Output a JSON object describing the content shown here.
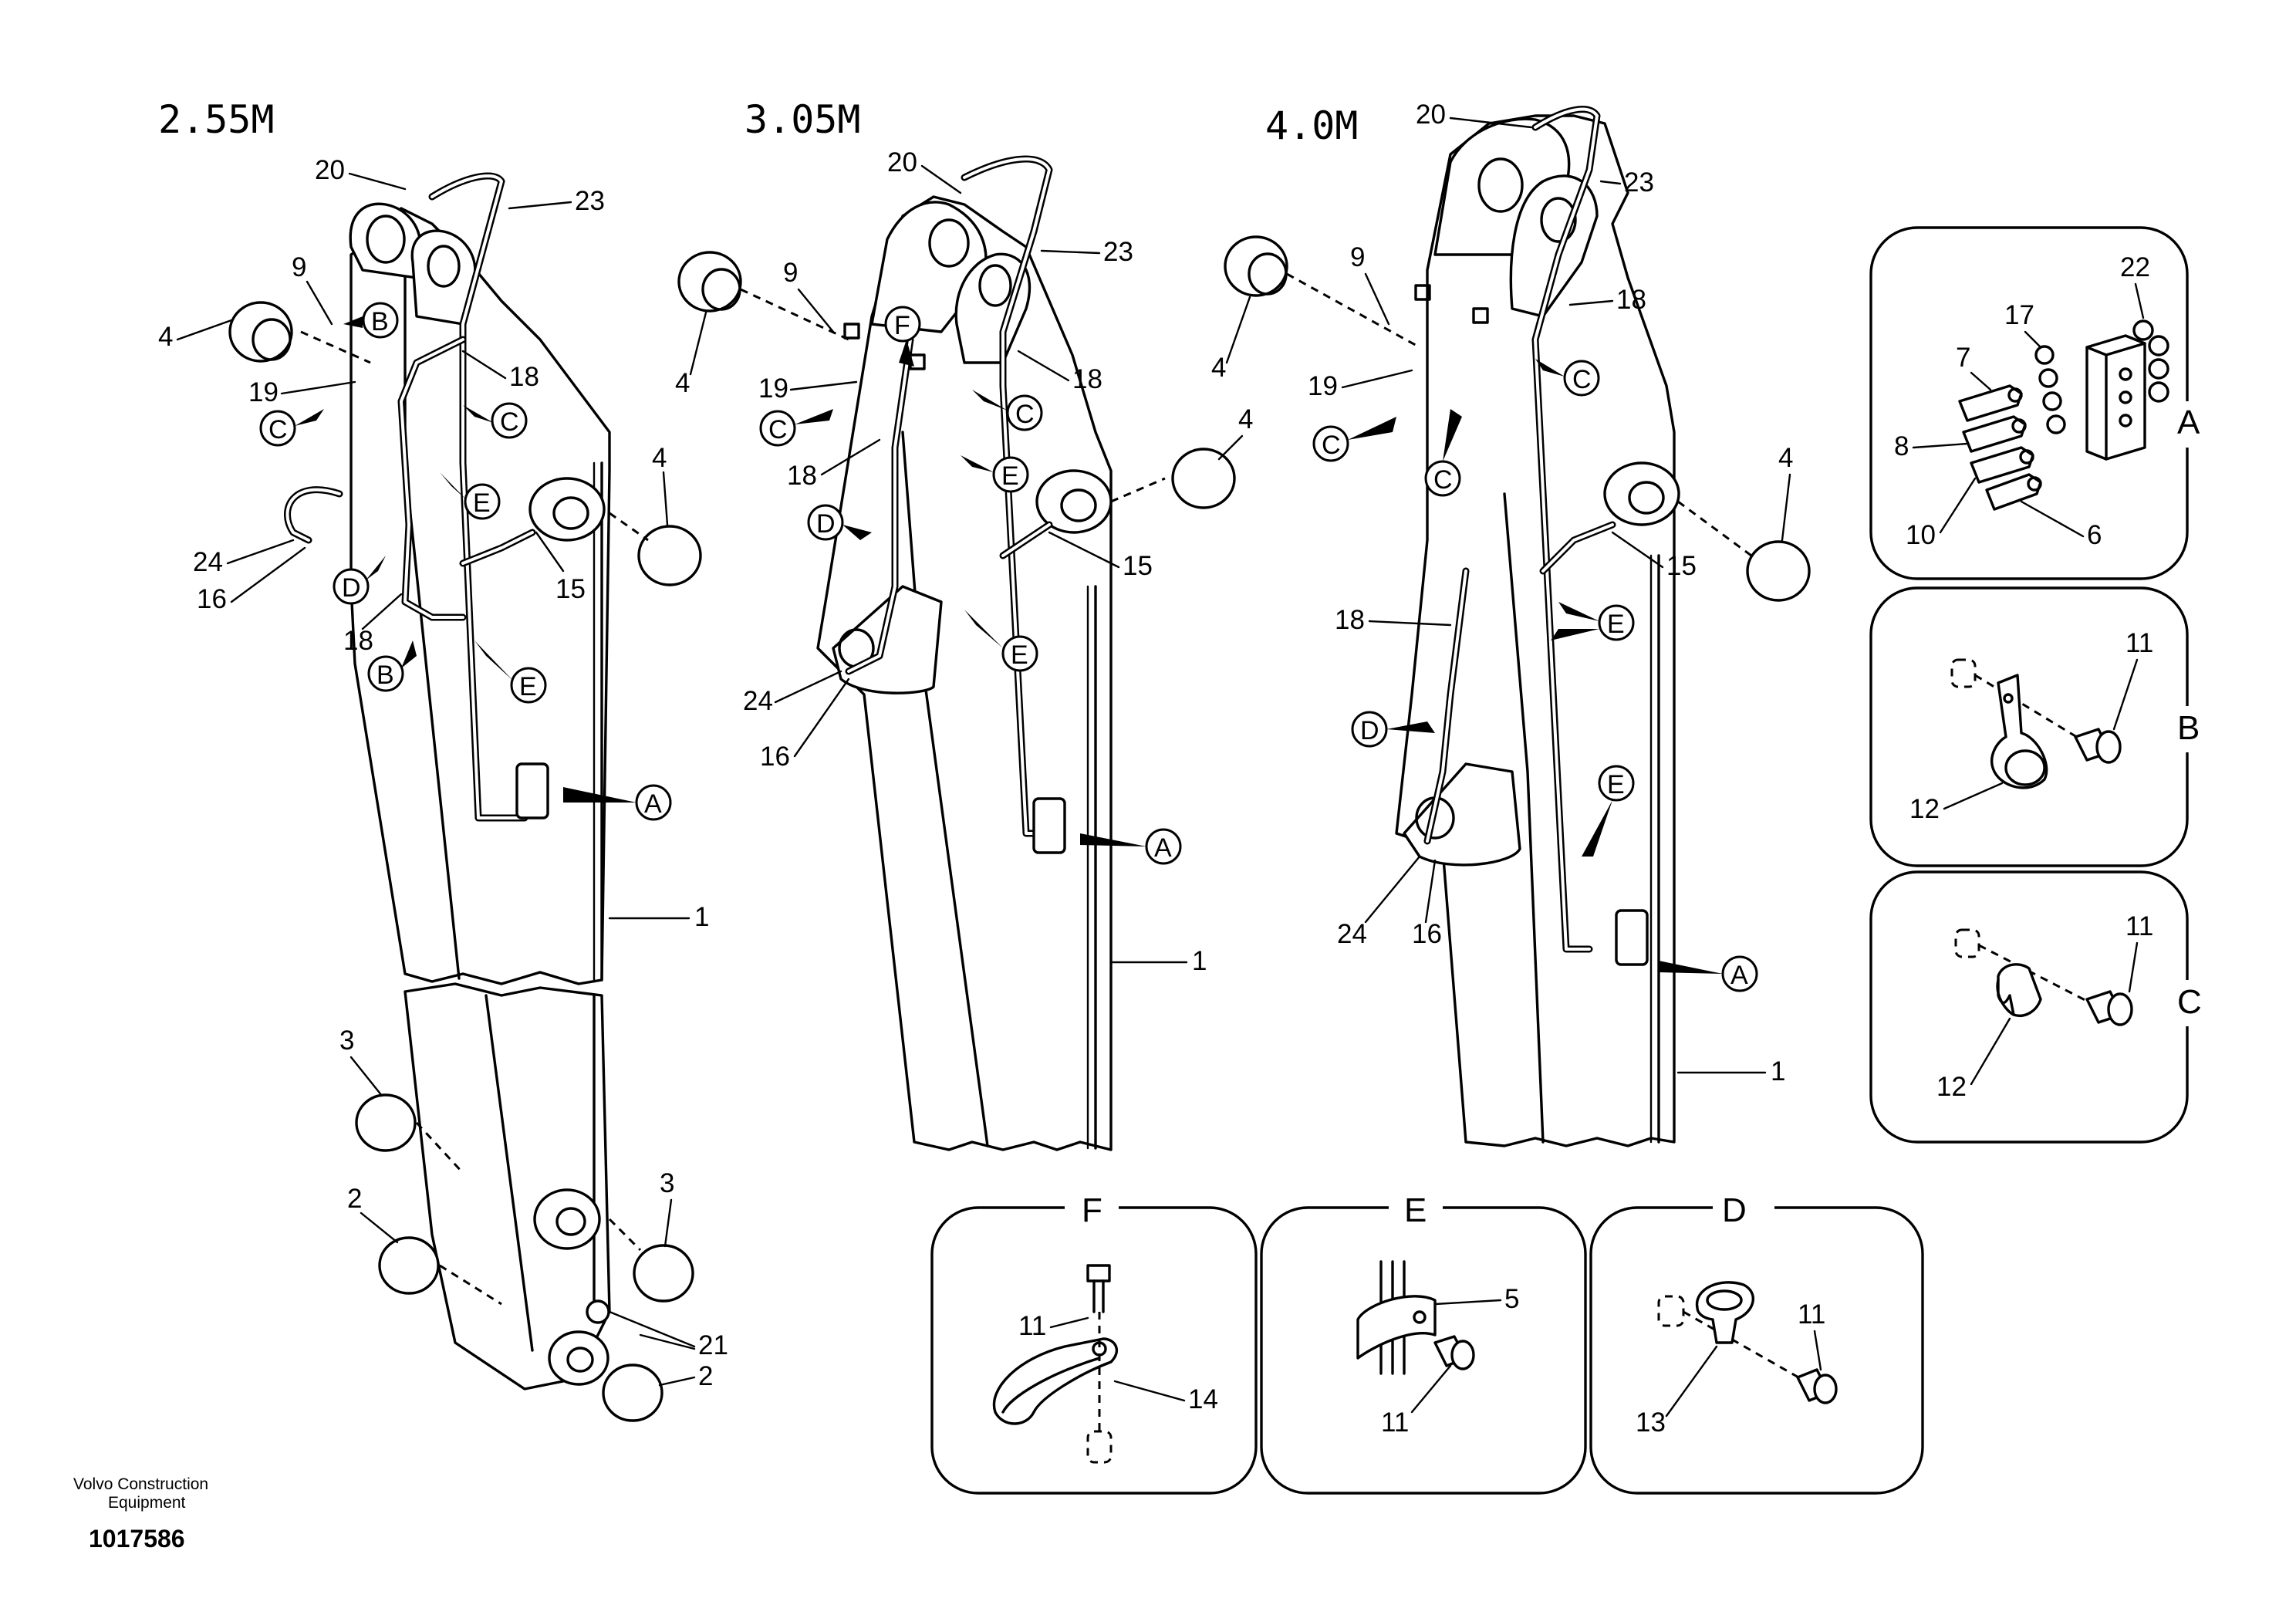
{
  "variants": [
    {
      "title": "2.55M"
    },
    {
      "title": "3.05M"
    },
    {
      "title": "4.0M"
    }
  ],
  "callouts": {
    "A": "A",
    "B": "B",
    "C": "C",
    "D": "D",
    "E": "E",
    "F": "F"
  },
  "parts": {
    "p1": "1",
    "p2": "2",
    "p3": "3",
    "p4": "4",
    "p5": "5",
    "p6": "6",
    "p7": "7",
    "p8": "8",
    "p9": "9",
    "p10": "10",
    "p11": "11",
    "p12": "12",
    "p13": "13",
    "p14": "14",
    "p15": "15",
    "p16": "16",
    "p17": "17",
    "p18": "18",
    "p19": "19",
    "p20": "20",
    "p21": "21",
    "p22": "22",
    "p23": "23",
    "p24": "24"
  },
  "details": {
    "A": "A",
    "B": "B",
    "C": "C",
    "D": "D",
    "E": "E",
    "F": "F"
  },
  "footer": {
    "brand_line1": "Volvo Construction",
    "brand_line2": "Equipment",
    "drawing_number": "1017586"
  }
}
